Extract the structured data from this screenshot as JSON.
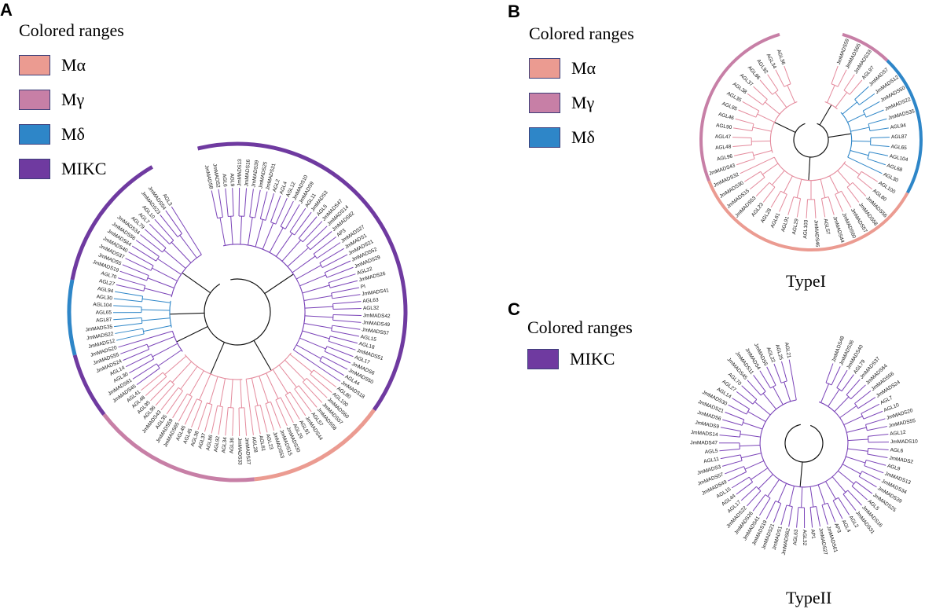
{
  "colors": {
    "ma": "#eb9b91",
    "mg": "#c77fa6",
    "md": "#2e86c8",
    "mikc": "#6f3aa0",
    "backbone": "#111111",
    "pinkBranch": "#e48a9c",
    "purpleBranch": "#7a43b8",
    "blueBranch": "#2e86c8"
  },
  "panels": {
    "A": {
      "letter": "A",
      "legend": {
        "title": "Colored ranges",
        "items": [
          {
            "label": "Mα",
            "color": "#eb9b91"
          },
          {
            "label": "Mγ",
            "color": "#c77fa6"
          },
          {
            "label": "Mδ",
            "color": "#2e86c8"
          },
          {
            "label": "MIKC",
            "color": "#6f3aa0"
          }
        ]
      },
      "leaves": [
        {
          "label": "JmMADS8",
          "group": "mikc"
        },
        {
          "label": "JmMADS2",
          "group": "mikc"
        },
        {
          "label": "AGL6",
          "group": "mikc"
        },
        {
          "label": "AGL9",
          "group": "mikc"
        },
        {
          "label": "JmMADS13",
          "group": "mikc"
        },
        {
          "label": "JmMADS16",
          "group": "mikc"
        },
        {
          "label": "JmMADS39",
          "group": "mikc"
        },
        {
          "label": "JmMADS25",
          "group": "mikc"
        },
        {
          "label": "JmMADS31",
          "group": "mikc"
        },
        {
          "label": "AGL2",
          "group": "mikc"
        },
        {
          "label": "AGL4",
          "group": "mikc"
        },
        {
          "label": "AGL12",
          "group": "mikc"
        },
        {
          "label": "JmMADS10",
          "group": "mikc"
        },
        {
          "label": "JmMADS9",
          "group": "mikc"
        },
        {
          "label": "AGL11",
          "group": "mikc"
        },
        {
          "label": "JmMADS3",
          "group": "mikc"
        },
        {
          "label": "AGL5",
          "group": "mikc"
        },
        {
          "label": "JmMADS47",
          "group": "mikc"
        },
        {
          "label": "JmMADS14",
          "group": "mikc"
        },
        {
          "label": "JmMADS62",
          "group": "mikc"
        },
        {
          "label": "AP3",
          "group": "mikc"
        },
        {
          "label": "JmMADS27",
          "group": "mikc"
        },
        {
          "label": "JmMADS1",
          "group": "mikc"
        },
        {
          "label": "JmMADS21",
          "group": "mikc"
        },
        {
          "label": "JmMADS52",
          "group": "mikc"
        },
        {
          "label": "JmMADS29",
          "group": "mikc"
        },
        {
          "label": "AGL22",
          "group": "mikc"
        },
        {
          "label": "JmMADS26",
          "group": "mikc"
        },
        {
          "label": "PI",
          "group": "mikc"
        },
        {
          "label": "JmMADS41",
          "group": "mikc"
        },
        {
          "label": "AGL63",
          "group": "mikc"
        },
        {
          "label": "AGL32",
          "group": "mikc"
        },
        {
          "label": "JmMADS42",
          "group": "mikc"
        },
        {
          "label": "JmMADS49",
          "group": "mikc"
        },
        {
          "label": "JmMADS57",
          "group": "mikc"
        },
        {
          "label": "AGL15",
          "group": "mikc"
        },
        {
          "label": "AGL18",
          "group": "mikc"
        },
        {
          "label": "JmMADS51",
          "group": "mikc"
        },
        {
          "label": "AGL17",
          "group": "mikc"
        },
        {
          "label": "JmMADS6",
          "group": "mikc"
        },
        {
          "label": "JmMADS50",
          "group": "mikc"
        },
        {
          "label": "AGL44",
          "group": "mikc"
        },
        {
          "label": "JmMADS18",
          "group": "mikc"
        },
        {
          "label": "AGL80",
          "group": "ma"
        },
        {
          "label": "AGL100",
          "group": "ma"
        },
        {
          "label": "JmMADS60",
          "group": "ma"
        },
        {
          "label": "JmMADS57",
          "group": "ma"
        },
        {
          "label": "JmMADS58",
          "group": "ma"
        },
        {
          "label": "AGL57",
          "group": "ma"
        },
        {
          "label": "JmMADS44",
          "group": "ma"
        },
        {
          "label": "AGL91",
          "group": "ma"
        },
        {
          "label": "AGL29",
          "group": "ma"
        },
        {
          "label": "JmMADS30",
          "group": "ma"
        },
        {
          "label": "JmMADS15",
          "group": "ma"
        },
        {
          "label": "JmMADS53",
          "group": "ma"
        },
        {
          "label": "AGL23",
          "group": "ma"
        },
        {
          "label": "AGL61",
          "group": "ma"
        },
        {
          "label": "AGL28",
          "group": "ma"
        },
        {
          "label": "JmMADS37",
          "group": "mg"
        },
        {
          "label": "JmMADS33",
          "group": "mg"
        },
        {
          "label": "AGL36",
          "group": "mg"
        },
        {
          "label": "AGL34",
          "group": "mg"
        },
        {
          "label": "AGL92",
          "group": "mg"
        },
        {
          "label": "AGL86",
          "group": "mg"
        },
        {
          "label": "AGL37",
          "group": "mg"
        },
        {
          "label": "AGL38",
          "group": "mg"
        },
        {
          "label": "AGL45",
          "group": "mg"
        },
        {
          "label": "AGL46",
          "group": "mg"
        },
        {
          "label": "JmMADS65",
          "group": "mg"
        },
        {
          "label": "JmMADS59",
          "group": "mg"
        },
        {
          "label": "AGL35",
          "group": "mg"
        },
        {
          "label": "JmMADS43",
          "group": "mg"
        },
        {
          "label": "AGL96",
          "group": "mg"
        },
        {
          "label": "AGL95",
          "group": "mg"
        },
        {
          "label": "AGL48",
          "group": "mg"
        },
        {
          "label": "AGL41",
          "group": "mg"
        },
        {
          "label": "JmMADS45",
          "group": "mikc"
        },
        {
          "label": "JmMADS61",
          "group": "mikc"
        },
        {
          "label": "AGL30",
          "group": "mikc"
        },
        {
          "label": "AGL14",
          "group": "mikc"
        },
        {
          "label": "JmMADS24",
          "group": "mikc"
        },
        {
          "label": "JmMADS55",
          "group": "mikc"
        },
        {
          "label": "JmMADS20",
          "group": "mikc"
        },
        {
          "label": "JmMADS12",
          "group": "md"
        },
        {
          "label": "JmMADS22",
          "group": "md"
        },
        {
          "label": "JmMADS35",
          "group": "md"
        },
        {
          "label": "AGL87",
          "group": "md"
        },
        {
          "label": "AGL65",
          "group": "md"
        },
        {
          "label": "AGL104",
          "group": "md"
        },
        {
          "label": "AGL30",
          "group": "md"
        },
        {
          "label": "AGL94",
          "group": "md"
        },
        {
          "label": "AGL27",
          "group": "mikc"
        },
        {
          "label": "AGL70",
          "group": "mikc"
        },
        {
          "label": "JmMADS19",
          "group": "mikc"
        },
        {
          "label": "JmMADS5",
          "group": "mikc"
        },
        {
          "label": "JmMADS37",
          "group": "mikc"
        },
        {
          "label": "JmMADS40",
          "group": "mikc"
        },
        {
          "label": "JmMADS64",
          "group": "mikc"
        },
        {
          "label": "JmMADS56",
          "group": "mikc"
        },
        {
          "label": "JmMADS34",
          "group": "mikc"
        },
        {
          "label": "AGL79",
          "group": "mikc"
        },
        {
          "label": "AGL7",
          "group": "mikc"
        },
        {
          "label": "AGL10",
          "group": "mikc"
        },
        {
          "label": "JmMADS23",
          "group": "mikc"
        },
        {
          "label": "JmMADS54",
          "group": "mikc"
        },
        {
          "label": "AGL3",
          "group": "mikc"
        }
      ]
    },
    "B": {
      "letter": "B",
      "caption": "TypeI",
      "legend": {
        "title": "Colored ranges",
        "items": [
          {
            "label": "Mα",
            "color": "#eb9b91"
          },
          {
            "label": "Mγ",
            "color": "#c77fa6"
          },
          {
            "label": "Mδ",
            "color": "#2e86c8"
          }
        ]
      },
      "leaves": [
        {
          "label": "JmMADS59",
          "group": "mg"
        },
        {
          "label": "JmMADS65",
          "group": "mg"
        },
        {
          "label": "JmMADS33",
          "group": "mg"
        },
        {
          "label": "AGL97",
          "group": "mg"
        },
        {
          "label": "JmMADS7",
          "group": "md"
        },
        {
          "label": "JmMADS12",
          "group": "md"
        },
        {
          "label": "JmMADS50",
          "group": "md"
        },
        {
          "label": "JmMADS22",
          "group": "md"
        },
        {
          "label": "JmMADS35",
          "group": "md"
        },
        {
          "label": "AGL94",
          "group": "md"
        },
        {
          "label": "AGL87",
          "group": "md"
        },
        {
          "label": "AGL65",
          "group": "md"
        },
        {
          "label": "AGL104",
          "group": "md"
        },
        {
          "label": "AGL68",
          "group": "md"
        },
        {
          "label": "AGL30",
          "group": "md"
        },
        {
          "label": "AGL100",
          "group": "ma"
        },
        {
          "label": "AGL80",
          "group": "ma"
        },
        {
          "label": "JmMADS56",
          "group": "ma"
        },
        {
          "label": "JmMADS58",
          "group": "ma"
        },
        {
          "label": "JmMADS57",
          "group": "ma"
        },
        {
          "label": "JmMADS60",
          "group": "ma"
        },
        {
          "label": "JmMADS44",
          "group": "ma"
        },
        {
          "label": "AGL57",
          "group": "ma"
        },
        {
          "label": "JmMADS46",
          "group": "ma"
        },
        {
          "label": "AGL103",
          "group": "ma"
        },
        {
          "label": "AGL29",
          "group": "ma"
        },
        {
          "label": "AGL91",
          "group": "ma"
        },
        {
          "label": "AGL61",
          "group": "ma"
        },
        {
          "label": "AGL28",
          "group": "ma"
        },
        {
          "label": "AGL23",
          "group": "ma"
        },
        {
          "label": "JmMADS53",
          "group": "ma"
        },
        {
          "label": "JmMADS15",
          "group": "ma"
        },
        {
          "label": "JmMADS30",
          "group": "ma"
        },
        {
          "label": "JmMADS32",
          "group": "ma"
        },
        {
          "label": "JmMADS43",
          "group": "mg"
        },
        {
          "label": "AGL96",
          "group": "mg"
        },
        {
          "label": "AGL48",
          "group": "mg"
        },
        {
          "label": "AGL47",
          "group": "mg"
        },
        {
          "label": "AGL90",
          "group": "mg"
        },
        {
          "label": "AGL46",
          "group": "mg"
        },
        {
          "label": "AGL95",
          "group": "mg"
        },
        {
          "label": "AGL35",
          "group": "mg"
        },
        {
          "label": "AGL38",
          "group": "mg"
        },
        {
          "label": "AGL37",
          "group": "mg"
        },
        {
          "label": "AGL86",
          "group": "mg"
        },
        {
          "label": "AGL92",
          "group": "mg"
        },
        {
          "label": "AGL34",
          "group": "mg"
        },
        {
          "label": "AGL36",
          "group": "mg"
        }
      ]
    },
    "C": {
      "letter": "C",
      "caption": "TypeII",
      "legend": {
        "title": "Colored ranges",
        "items": [
          {
            "label": "MIKC",
            "color": "#6f3aa0"
          }
        ]
      },
      "leaves": [
        {
          "label": "JmMADS48",
          "group": "mikc"
        },
        {
          "label": "JmMADS36",
          "group": "mikc"
        },
        {
          "label": "JmMADS40",
          "group": "mikc"
        },
        {
          "label": "AGL79",
          "group": "mikc"
        },
        {
          "label": "JmMADS37",
          "group": "mikc"
        },
        {
          "label": "JmMADS64",
          "group": "mikc"
        },
        {
          "label": "JmMADS56",
          "group": "mikc"
        },
        {
          "label": "JmMADS24",
          "group": "mikc"
        },
        {
          "label": "AGL7",
          "group": "mikc"
        },
        {
          "label": "AGL10",
          "group": "mikc"
        },
        {
          "label": "JmMADS20",
          "group": "mikc"
        },
        {
          "label": "JmMADS55",
          "group": "mikc"
        },
        {
          "label": "AGL12",
          "group": "mikc"
        },
        {
          "label": "JmMADS10",
          "group": "mikc"
        },
        {
          "label": "AGL6",
          "group": "mikc"
        },
        {
          "label": "JmMADS2",
          "group": "mikc"
        },
        {
          "label": "AGL9",
          "group": "mikc"
        },
        {
          "label": "JmMADS13",
          "group": "mikc"
        },
        {
          "label": "JmMADS34",
          "group": "mikc"
        },
        {
          "label": "JmMADS39",
          "group": "mikc"
        },
        {
          "label": "JmMADS25",
          "group": "mikc"
        },
        {
          "label": "AGL5",
          "group": "mikc"
        },
        {
          "label": "JmMADS16",
          "group": "mikc"
        },
        {
          "label": "JmMADS31",
          "group": "mikc"
        },
        {
          "label": "AGL2",
          "group": "mikc"
        },
        {
          "label": "AGL4",
          "group": "mikc"
        },
        {
          "label": "AP3",
          "group": "mikc"
        },
        {
          "label": "JmMADS61",
          "group": "mikc"
        },
        {
          "label": "JmMADS27",
          "group": "mikc"
        },
        {
          "label": "AP1",
          "group": "mikc"
        },
        {
          "label": "AGL32",
          "group": "mikc"
        },
        {
          "label": "AGL63",
          "group": "mikc"
        },
        {
          "label": "JmMADS62",
          "group": "mikc"
        },
        {
          "label": "JmMADS1",
          "group": "mikc"
        },
        {
          "label": "JmMADS21",
          "group": "mikc"
        },
        {
          "label": "JmMADS19",
          "group": "mikc"
        },
        {
          "label": "JmMADS41",
          "group": "mikc"
        },
        {
          "label": "JmMADS26",
          "group": "mikc"
        },
        {
          "label": "JmMADS22",
          "group": "mikc"
        },
        {
          "label": "AGL17",
          "group": "mikc"
        },
        {
          "label": "AGL44",
          "group": "mikc"
        },
        {
          "label": "AGL15",
          "group": "mikc"
        },
        {
          "label": "JmMADS49",
          "group": "mikc"
        },
        {
          "label": "JmMADS57",
          "group": "mikc"
        },
        {
          "label": "JmMADS3",
          "group": "mikc"
        },
        {
          "label": "AGL11",
          "group": "mikc"
        },
        {
          "label": "AGL5",
          "group": "mikc"
        },
        {
          "label": "JmMADS47",
          "group": "mikc"
        },
        {
          "label": "JmMADS14",
          "group": "mikc"
        },
        {
          "label": "JmMADS9",
          "group": "mikc"
        },
        {
          "label": "JmMADS6",
          "group": "mikc"
        },
        {
          "label": "JmMADS21",
          "group": "mikc"
        },
        {
          "label": "JmMADS30",
          "group": "mikc"
        },
        {
          "label": "AGL14",
          "group": "mikc"
        },
        {
          "label": "AGL27",
          "group": "mikc"
        },
        {
          "label": "AGL70",
          "group": "mikc"
        },
        {
          "label": "JmMADS45",
          "group": "mikc"
        },
        {
          "label": "JmMADS11",
          "group": "mikc"
        },
        {
          "label": "JmMADS4",
          "group": "mikc"
        },
        {
          "label": "JmMADS5",
          "group": "mikc"
        },
        {
          "label": "AGL22",
          "group": "mikc"
        },
        {
          "label": "AGL25",
          "group": "mikc"
        },
        {
          "label": "AGL21",
          "group": "mikc"
        }
      ]
    }
  }
}
